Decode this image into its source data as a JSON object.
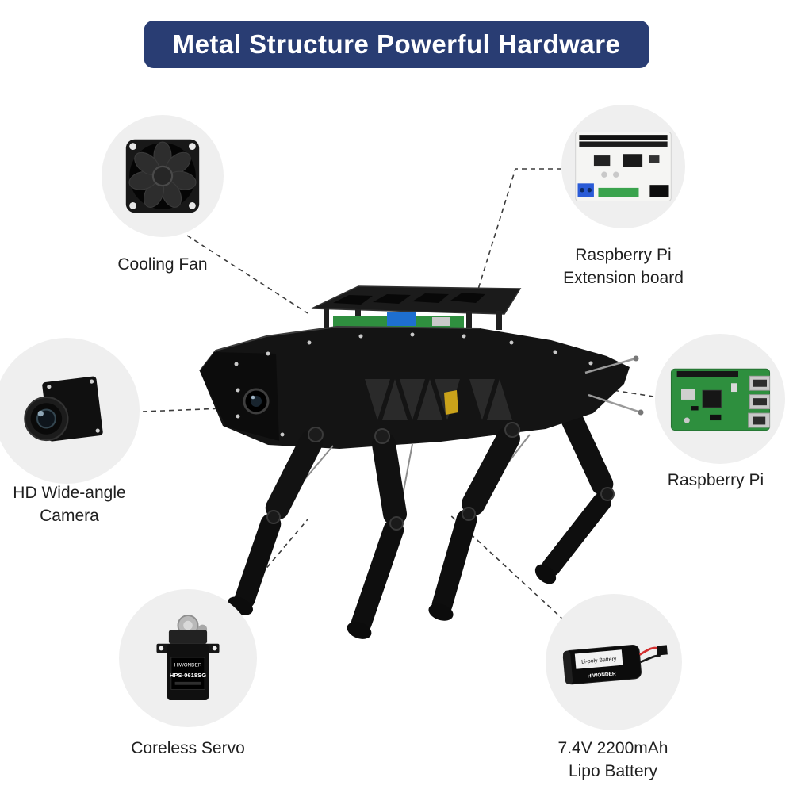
{
  "title": "Metal Structure Powerful Hardware",
  "callouts": {
    "cooling_fan": {
      "label": "Cooling Fan"
    },
    "extension_board": {
      "line1": "Raspberry Pi",
      "line2": "Extension board"
    },
    "camera": {
      "line1": "HD Wide-angle",
      "line2": "Camera"
    },
    "raspberry_pi": {
      "label": "Raspberry Pi"
    },
    "servo": {
      "label": "Coreless Servo",
      "brand": "HIWONDER",
      "part_number": "HPS-0618SG"
    },
    "battery": {
      "line1": "7.4V 2200mAh",
      "line2": "Lipo Battery",
      "sticker": "Li-poly Battery",
      "brand": "HIWONDER"
    }
  },
  "colors": {
    "banner_bg": "#293d73",
    "banner_text": "#ffffff",
    "circle_bg": "#efefef",
    "label_text": "#1f1f1f",
    "leader_line": "#3c3c3c",
    "robot_black": "#141414",
    "pcb_green": "#2e8f3e",
    "accent_blue": "#1e6fd0"
  }
}
